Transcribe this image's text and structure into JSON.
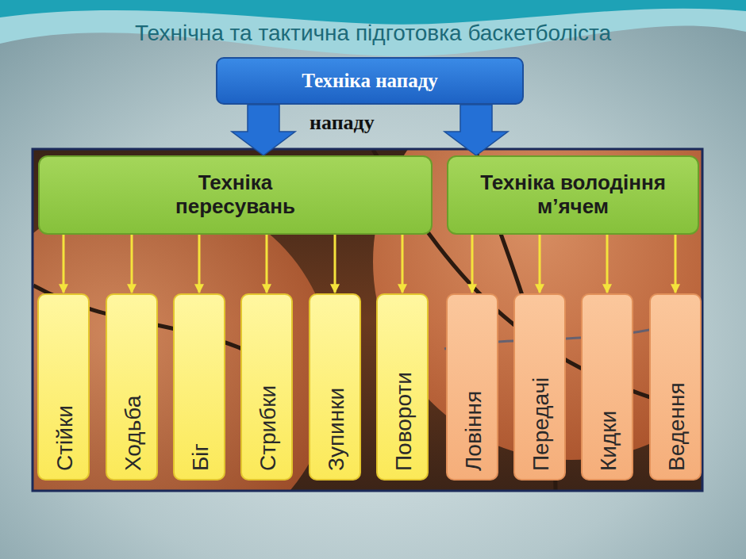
{
  "diagram": {
    "title": "Технічна та тактична підготовка баскетболіста",
    "nodes": [
      {
        "text": [
          "Техніка нападу"
        ]
      },
      {
        "text": [
          "Техніка пересувань"
        ]
      },
      {
        "text": [
          "Техніка володіння м’ячем"
        ]
      },
      {
        "text": [
          "Стійки"
        ]
      },
      {
        "text": [
          "Ходьба"
        ]
      },
      {
        "text": [
          "Біг"
        ]
      },
      {
        "text": [
          "Стрибки"
        ]
      },
      {
        "text": [
          "Зупинки"
        ]
      },
      {
        "text": [
          "Повороти"
        ]
      },
      {
        "text": [
          "Ловіння"
        ]
      },
      {
        "text": [
          "Передачі"
        ]
      },
      {
        "text": [
          "Кидки"
        ]
      },
      {
        "text": [
          "Ведення"
        ]
      }
    ],
    "edges": [
      {
        "from": 0,
        "to": 1,
        "arrow": "to"
      },
      {
        "from": 0,
        "to": 2,
        "arrow": "to"
      },
      {
        "from": 1,
        "to": 3,
        "arrow": "to"
      },
      {
        "from": 1,
        "to": 4,
        "arrow": "to"
      },
      {
        "from": 1,
        "to": 5,
        "arrow": "to"
      },
      {
        "from": 1,
        "to": 6,
        "arrow": "to"
      },
      {
        "from": 1,
        "to": 7,
        "arrow": "to"
      },
      {
        "from": 1,
        "to": 8,
        "arrow": "to"
      },
      {
        "from": 2,
        "to": 9,
        "arrow": "to"
      },
      {
        "from": 2,
        "to": 10,
        "arrow": "to"
      },
      {
        "from": 2,
        "to": 11,
        "arrow": "to"
      },
      {
        "from": 2,
        "to": 12,
        "arrow": "to"
      }
    ],
    "labels": [
      "нападу"
    ]
  }
}
